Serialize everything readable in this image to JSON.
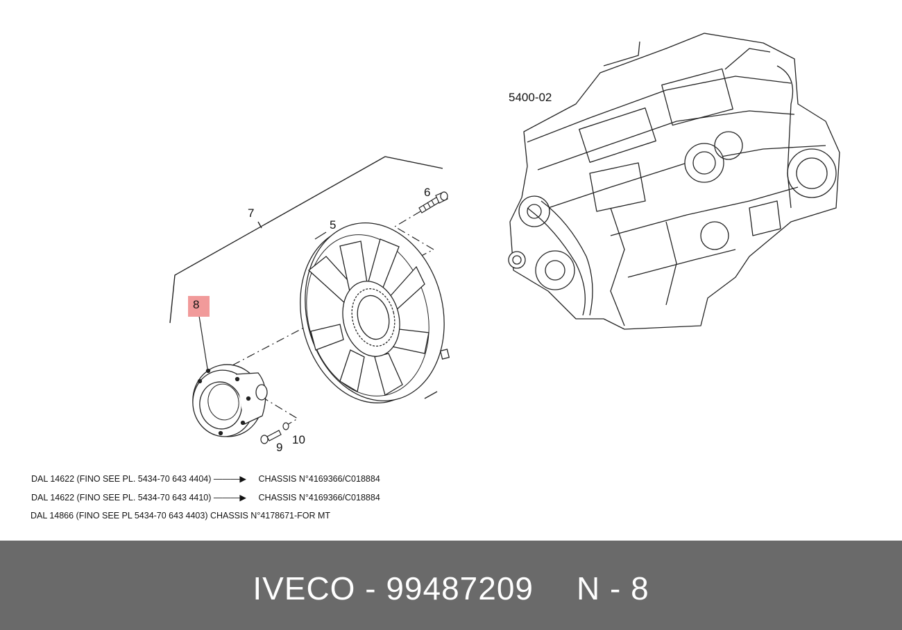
{
  "callouts": {
    "c5": "5",
    "c6": "6",
    "c7": "7",
    "c8": "8",
    "c9": "9",
    "c10": "10",
    "engine_ref": "5400-02"
  },
  "notes": [
    {
      "left": "DAL 14622 (FINO SEE PL. 5434-70 643 4404)",
      "right": "CHASSIS N°4169366/C018884"
    },
    {
      "left": "DAL 14622 (FINO SEE PL. 5434-70 643 4410)",
      "right": "CHASSIS N°4169366/C018884"
    },
    {
      "left": "DAL 14866 (FINO SEE PL 5434-70 643 4403) CHASSIS N°4178671-FOR MT",
      "right": ""
    }
  ],
  "footer": {
    "brand_part": "IVECO - 99487209",
    "position": "N - 8",
    "color": "#6a6a6a"
  },
  "highlight_color": "#f19a9a"
}
